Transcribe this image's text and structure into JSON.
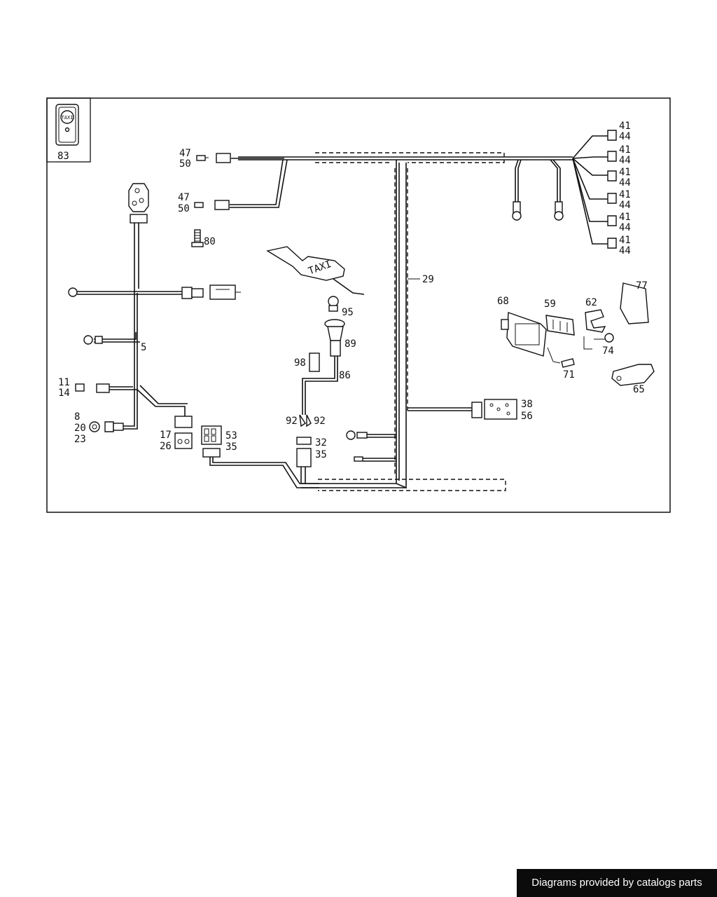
{
  "diagram": {
    "inset_label": "83",
    "inset_sign_text": "TAXI",
    "roof_sign_text": "TAXI",
    "labels": {
      "p47a": "47",
      "p50a": "50",
      "p47b": "47",
      "p50b": "50",
      "p80": "80",
      "p5": "5",
      "p11": "11",
      "p14": "14",
      "p8": "8",
      "p20": "20",
      "p23": "23",
      "p17": "17",
      "p26": "26",
      "p53": "53",
      "p35a": "35",
      "p32": "32",
      "p35b": "35",
      "p92a": "92",
      "p92b": "92",
      "p98": "98",
      "p86": "86",
      "p89": "89",
      "p95": "95",
      "p29": "29",
      "p38": "38",
      "p56": "56",
      "p41a": "41",
      "p44a": "44",
      "p41b": "41",
      "p44b": "44",
      "p41c": "41",
      "p44c": "44",
      "p41d": "41",
      "p44d": "44",
      "p41e": "41",
      "p44e": "44",
      "p41f": "41",
      "p44f": "44",
      "p68": "68",
      "p59": "59",
      "p62": "62",
      "p77": "77",
      "p74": "74",
      "p71": "71",
      "p65": "65"
    }
  },
  "footer": {
    "credit": "Diagrams provided by catalogs parts"
  }
}
